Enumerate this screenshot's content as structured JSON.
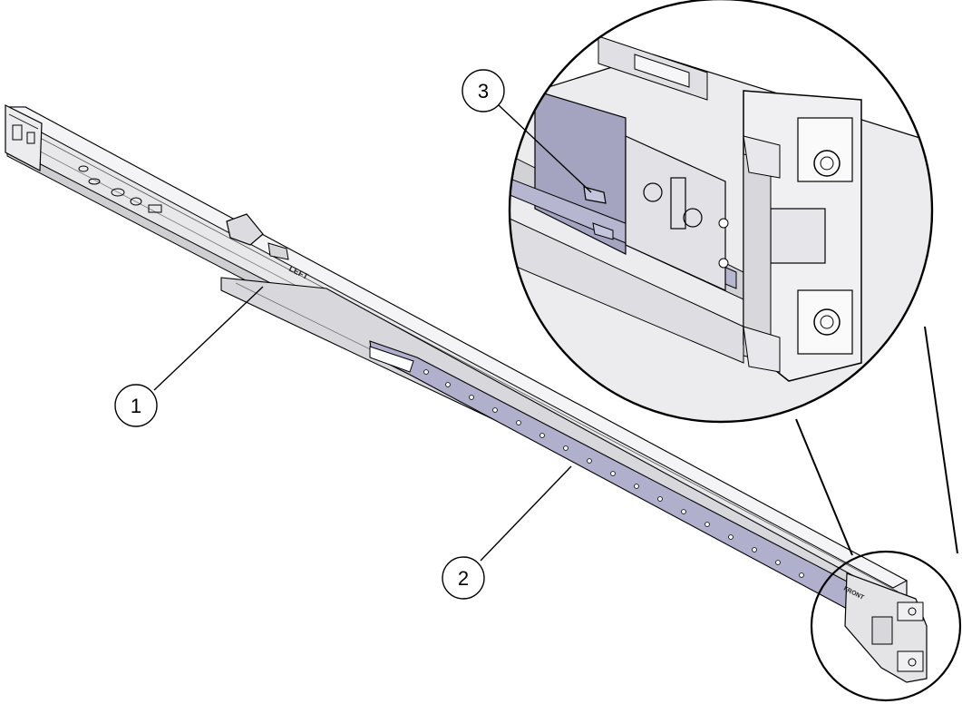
{
  "diagram": {
    "callouts": [
      {
        "id": "1",
        "label": "1"
      },
      {
        "id": "2",
        "label": "2"
      },
      {
        "id": "3",
        "label": "3"
      }
    ],
    "rail_markings": {
      "left_label": "LEFT",
      "front_label": "FRONT"
    },
    "colors": {
      "line": "#000000",
      "rail_light": "#e6e6e8",
      "rail_mid": "#c9c9cd",
      "rail_dark": "#8c8c92",
      "inner_rail": "#a8a8c4",
      "background": "#ffffff"
    }
  }
}
